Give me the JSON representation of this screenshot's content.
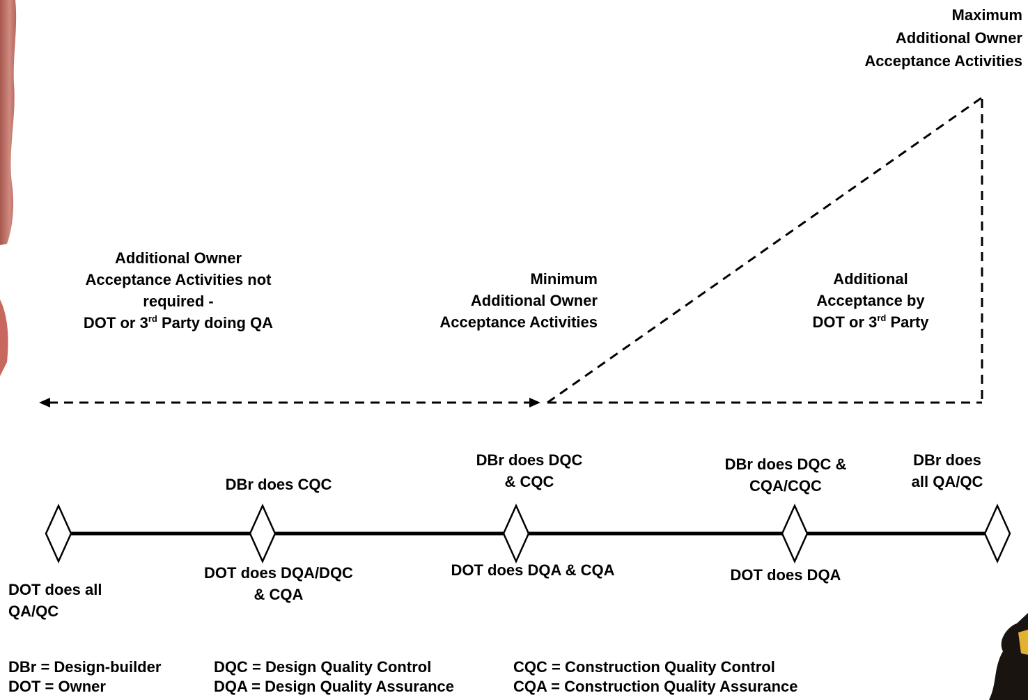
{
  "labels": {
    "maximum": [
      "Maximum",
      "Additional Owner",
      "Acceptance Activities"
    ],
    "not_required": {
      "line1": "Additional Owner",
      "line2": "Acceptance Activities not",
      "line3": "required -",
      "line4_pre": "DOT or 3",
      "line4_sup": "rd",
      "line4_post": " Party doing QA"
    },
    "minimum": [
      "Minimum",
      "Additional Owner",
      "Acceptance Activities"
    ],
    "additional": {
      "line1": "Additional",
      "line2": "Acceptance by",
      "line3_pre": "DOT or 3",
      "line3_sup": "rd",
      "line3_post": " Party"
    }
  },
  "scale_points": [
    {
      "above": [],
      "below": [
        "DOT does all",
        "QA/QC"
      ]
    },
    {
      "above": [
        "DBr does CQC"
      ],
      "below": [
        "DOT does DQA/DQC",
        "& CQA"
      ]
    },
    {
      "above": [
        "DBr does DQC",
        "& CQC"
      ],
      "below": [
        "DOT does DQA & CQA"
      ]
    },
    {
      "above": [
        "DBr does DQC &",
        "CQA/CQC"
      ],
      "below": [
        "DOT does DQA"
      ]
    },
    {
      "above": [
        "DBr does",
        "all QA/QC"
      ],
      "below": []
    }
  ],
  "legend": {
    "row1": [
      "DBr = Design-builder",
      "DQC = Design Quality Control",
      "CQC = Construction Quality Control"
    ],
    "row2": [
      "DOT = Owner",
      "DQA = Design Quality Assurance",
      "CQA = Construction Quality Assurance"
    ]
  },
  "colors": {
    "line": "#000000",
    "background": "#ffffff"
  }
}
